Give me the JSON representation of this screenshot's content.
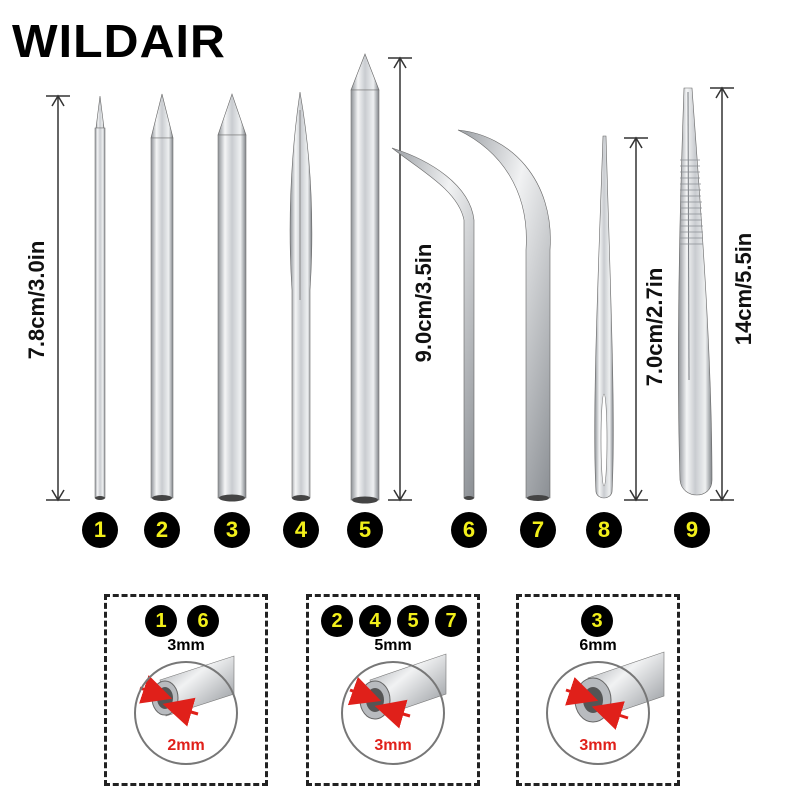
{
  "brand": {
    "name": "WILDAIR"
  },
  "dimensions": {
    "d1": "7.8cm/3.0in",
    "d2": "9.0cm/3.5in",
    "d3": "7.0cm/2.7in",
    "d4": "14cm/5.5in"
  },
  "badges": [
    "1",
    "2",
    "3",
    "4",
    "5",
    "6",
    "7",
    "8",
    "9"
  ],
  "boxes": [
    {
      "badges": [
        "1",
        "6"
      ],
      "outer": "3mm",
      "inner": "2mm"
    },
    {
      "badges": [
        "2",
        "4",
        "5",
        "7"
      ],
      "outer": "5mm",
      "inner": "3mm"
    },
    {
      "badges": [
        "3"
      ],
      "outer": "6mm",
      "inner": "3mm"
    }
  ],
  "colors": {
    "badge_bg": "#000000",
    "badge_text": "#f2ef1a",
    "arrow": "#e0201a",
    "metal": "#c9ccd0"
  }
}
